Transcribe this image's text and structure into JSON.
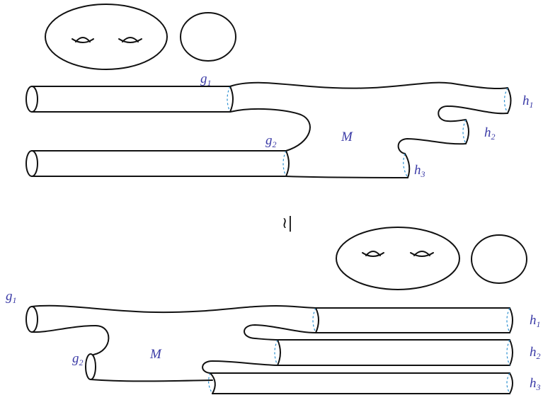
{
  "labels": {
    "top": {
      "g1": {
        "base": "g",
        "sub": "1"
      },
      "g2": {
        "base": "g",
        "sub": "2"
      },
      "M": "M",
      "h1": {
        "base": "h",
        "sub": "1"
      },
      "h2": {
        "base": "h",
        "sub": "2"
      },
      "h3": {
        "base": "h",
        "sub": "3"
      }
    },
    "relation": "≀|",
    "bottom": {
      "g1": {
        "base": "g",
        "sub": "1"
      },
      "g2": {
        "base": "g",
        "sub": "2"
      },
      "M": "M",
      "h1": {
        "base": "h",
        "sub": "1"
      },
      "h2": {
        "base": "h",
        "sub": "2"
      },
      "h3": {
        "base": "h",
        "sub": "3"
      }
    }
  },
  "colors": {
    "ink": "#111111",
    "label": "#3a3aa6",
    "hidden_edge": "#2a8fd0"
  }
}
